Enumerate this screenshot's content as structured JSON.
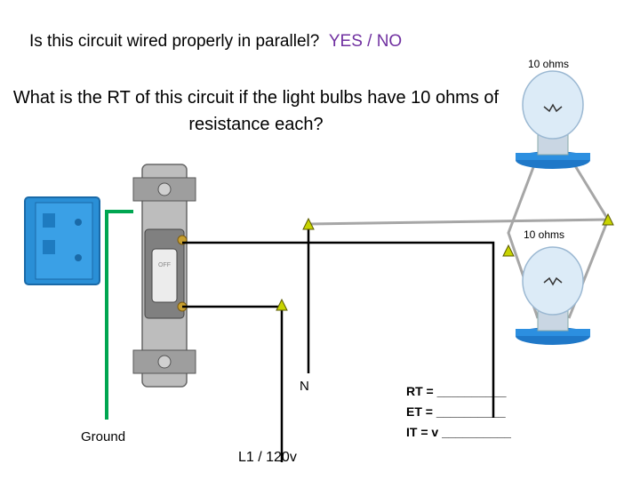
{
  "question1": {
    "text": "Is this circuit wired properly in parallel?",
    "options": "YES / NO"
  },
  "question2": "What is the RT of this circuit if the light bulbs have 10 ohms of resistance each?",
  "bulb_top": {
    "label": "10 ohms"
  },
  "bulb_bottom": {
    "label": "10 ohms"
  },
  "switch": {
    "label": "OFF"
  },
  "labels": {
    "neutral": "N",
    "ground": "Ground",
    "line": "L1 / 120v"
  },
  "equations": {
    "rt": "RT = __________",
    "et": "ET = __________",
    "it": "IT = v __________"
  },
  "colors": {
    "wire_black": "#000000",
    "wire_gray": "#a6a6a6",
    "wire_green": "#00a651",
    "terminal": "#c8d400",
    "box_blue": "#2a8fd6",
    "question_options": "#7030a0"
  }
}
